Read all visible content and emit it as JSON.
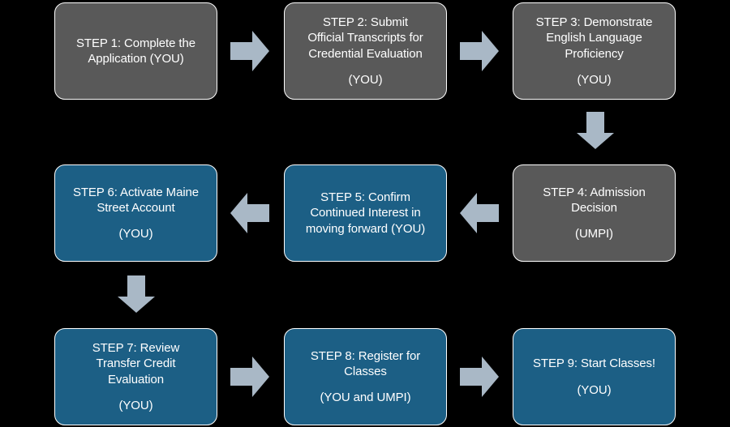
{
  "page": {
    "background_color": "#000000",
    "title": "Admission Process Steps Flowchart"
  },
  "colors": {
    "box_gray": "#595959",
    "box_teal": "#1c5f85",
    "arrow": "#a9b8c6",
    "text": "#ffffff",
    "border": "#ffffff"
  },
  "steps": [
    {
      "id": "step-1",
      "title": "STEP 1: Complete the\nApplication (YOU)",
      "actor": "",
      "actor_inline": true,
      "color": "gray",
      "position": "r1c1"
    },
    {
      "id": "step-2",
      "title": "STEP 2: Submit\nOfficial Transcripts for\nCredential Evaluation",
      "actor": "(YOU)",
      "actor_inline": false,
      "color": "gray",
      "position": "r1c2"
    },
    {
      "id": "step-3",
      "title": "STEP 3: Demonstrate\nEnglish Language\nProficiency",
      "actor": "(YOU)",
      "actor_inline": false,
      "color": "gray",
      "position": "r1c3"
    },
    {
      "id": "step-4",
      "title": "STEP 4: Admission\nDecision",
      "actor": "(UMPI)",
      "actor_inline": false,
      "color": "gray",
      "position": "r2c3"
    },
    {
      "id": "step-5",
      "title": "STEP 5: Confirm\nContinued Interest in\nmoving forward (YOU)",
      "actor": "",
      "actor_inline": true,
      "color": "teal",
      "position": "r2c2"
    },
    {
      "id": "step-6",
      "title": "STEP 6: Activate Maine\nStreet Account",
      "actor": "(YOU)",
      "actor_inline": false,
      "color": "teal",
      "position": "r2c1"
    },
    {
      "id": "step-7",
      "title": "STEP 7: Review\nTransfer Credit\nEvaluation",
      "actor": "(YOU)",
      "actor_inline": false,
      "color": "teal",
      "position": "r3c1"
    },
    {
      "id": "step-8",
      "title": "STEP 8: Register for\nClasses",
      "actor": "(YOU and UMPI)",
      "actor_inline": false,
      "color": "teal",
      "position": "r3c2"
    },
    {
      "id": "step-9",
      "title": "STEP 9: Start Classes!",
      "actor": "(YOU)",
      "actor_inline": false,
      "color": "teal",
      "position": "r3c3"
    }
  ],
  "connectors": [
    {
      "id": "arrow-1-2",
      "from": "step-1",
      "to": "step-2",
      "direction": "right",
      "icon": "arrow-right-icon"
    },
    {
      "id": "arrow-2-3",
      "from": "step-2",
      "to": "step-3",
      "direction": "right",
      "icon": "arrow-right-icon"
    },
    {
      "id": "arrow-3-4",
      "from": "step-3",
      "to": "step-4",
      "direction": "down",
      "icon": "arrow-down-icon"
    },
    {
      "id": "arrow-5-4",
      "from": "step-5",
      "to": "step-4",
      "direction": "left",
      "icon": "arrow-left-icon"
    },
    {
      "id": "arrow-6-5",
      "from": "step-6",
      "to": "step-5",
      "direction": "left",
      "icon": "arrow-left-icon"
    },
    {
      "id": "arrow-6-7",
      "from": "step-6",
      "to": "step-7",
      "direction": "down",
      "icon": "arrow-down-icon"
    },
    {
      "id": "arrow-7-8",
      "from": "step-7",
      "to": "step-8",
      "direction": "right",
      "icon": "arrow-right-icon"
    },
    {
      "id": "arrow-8-9",
      "from": "step-8",
      "to": "step-9",
      "direction": "right",
      "icon": "arrow-right-icon"
    }
  ]
}
